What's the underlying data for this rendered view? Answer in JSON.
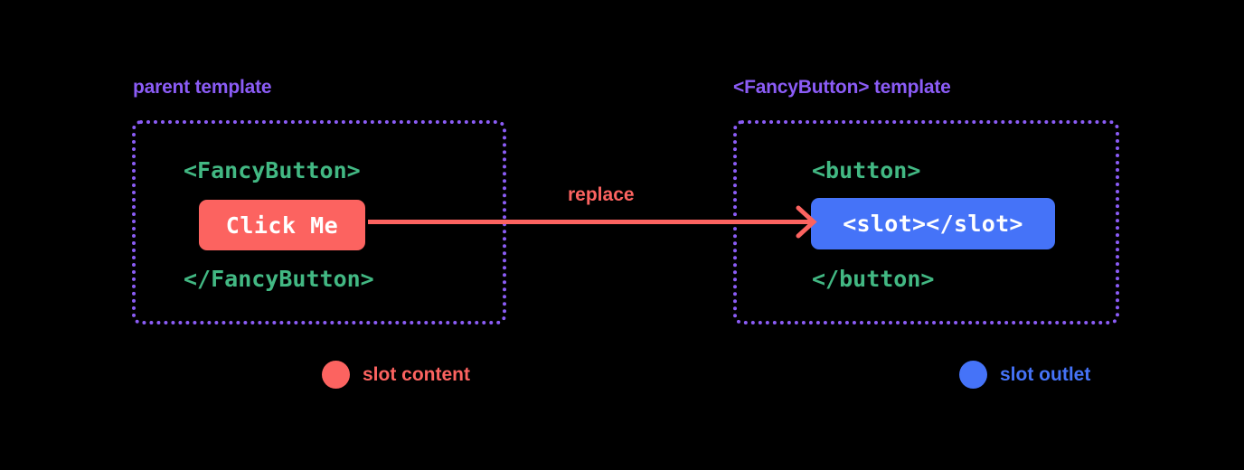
{
  "diagram": {
    "title_colors": {
      "heading_purple": "#8b5cf6",
      "code_green": "#42b883",
      "slot_content_coral": "#fc6360",
      "slot_outlet_blue": "#4573f8",
      "background": "#000000",
      "chip_text": "#ffffff"
    },
    "panels": [
      {
        "heading": "parent template",
        "code_open": "<FancyButton>",
        "chip_label": "Click Me",
        "code_close": "</FancyButton>"
      },
      {
        "heading": "<FancyButton> template",
        "code_open": "<button>",
        "chip_label": "<slot></slot>",
        "code_close": "</button>"
      }
    ],
    "arrow": {
      "label": "replace",
      "icon": "arrow-right-icon"
    },
    "legend": [
      {
        "label": "slot content",
        "swatch": "#fc6360",
        "icon": "circle-icon"
      },
      {
        "label": "slot outlet",
        "swatch": "#4573f8",
        "icon": "circle-icon"
      }
    ]
  }
}
